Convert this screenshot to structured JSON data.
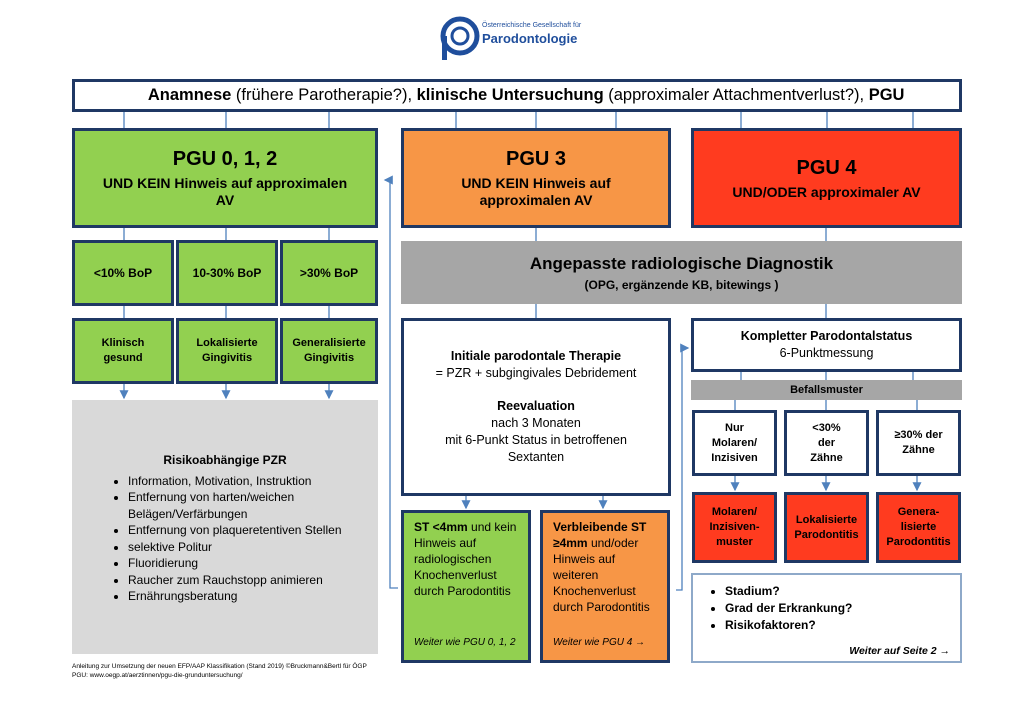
{
  "logo": {
    "line1": "Österreichische Gesellschaft für",
    "line2": "Parodontologie",
    "color": "#1f4e9c"
  },
  "header": {
    "part1_bold": "Anamnese",
    "part1_rest": " (frühere Parotherapie?), ",
    "part2_bold": "klinische Untersuchung",
    "part2_rest": " (approximaler Attachmentverlust?), ",
    "part3_bold": "PGU"
  },
  "pgu012": {
    "title": "PGU 0, 1, 2",
    "sub": "UND KEIN Hinweis auf approximalen AV"
  },
  "pgu3": {
    "title": "PGU 3",
    "sub": "UND KEIN Hinweis auf approximalen AV"
  },
  "pgu4": {
    "title": "PGU 4",
    "sub": "UND/ODER approximaler AV"
  },
  "bop": [
    {
      "label": "<10% BoP",
      "result": "Klinisch gesund"
    },
    {
      "label": "10-30% BoP",
      "result": "Lokalisierte Gingivitis"
    },
    {
      "label": ">30% BoP",
      "result": "Generalisierte Gingivitis"
    }
  ],
  "pzr": {
    "title": "Risikoabhängige PZR",
    "items": [
      "Information, Motivation, Instruktion",
      "Entfernung von harten/weichen Belägen/Verfärbungen",
      "Entfernung von plaqueretentiven Stellen",
      "selektive Politur",
      "Fluoridierung",
      "Raucher zum Rauchstopp animieren",
      "Ernährungsberatung"
    ]
  },
  "radio": {
    "title": "Angepasste radiologische Diagnostik",
    "sub": "(OPG, ergänzende KB, bitewings )"
  },
  "therapy": {
    "title": "Initiale parodontale Therapie",
    "line1": "= PZR + subgingivales Debridement",
    "reeval": "Reevaluation",
    "line2": "nach 3 Monaten",
    "line3": "mit 6-Punkt Status in betroffenen Sextanten"
  },
  "st_low": {
    "bold": "ST <4mm",
    "rest": " und kein Hinweis auf radiologischen Knochenverlust durch Parodontitis",
    "next": "Weiter wie PGU 0, 1, 2"
  },
  "st_high": {
    "bold": "Verbleibende ST ≥4mm",
    "rest": " und/oder Hinweis auf weiteren Knochenverlust durch Parodontitis",
    "next": "Weiter wie PGU 4 →"
  },
  "status": {
    "title": "Kompletter Parodontalstatus",
    "sub": "6-Punktmessung"
  },
  "befall": {
    "label": "Befallsmuster"
  },
  "pattern": [
    {
      "label": "Nur Molaren/ Inzisiven",
      "result": "Molaren/ Inzisiven-muster"
    },
    {
      "label": "<30% der Zähne",
      "result": "Lokalisierte Parodontitis"
    },
    {
      "label": "≥30% der Zähne",
      "result": "Genera-lisierte Parodontitis"
    }
  ],
  "staging": {
    "items": [
      "Stadium?",
      "Grad der Erkrankung?",
      "Risikofaktoren?"
    ],
    "next": "Weiter auf Seite 2 →"
  },
  "footer": {
    "line1": "Anleitung zur Umsetzung der neuen EFP/AAP Klassifikation (Stand 2019) ©Bruckmann&Bertl für ÖGP",
    "line2": "PGU: www.oegp.at/aerztinnen/pgu-die-grunduntersuchung/"
  },
  "colors": {
    "navy": "#1f3864",
    "green": "#92d050",
    "orange": "#f79646",
    "red": "#ff3b1f",
    "gray": "#a6a6a6",
    "light_gray": "#d9d9d9"
  }
}
